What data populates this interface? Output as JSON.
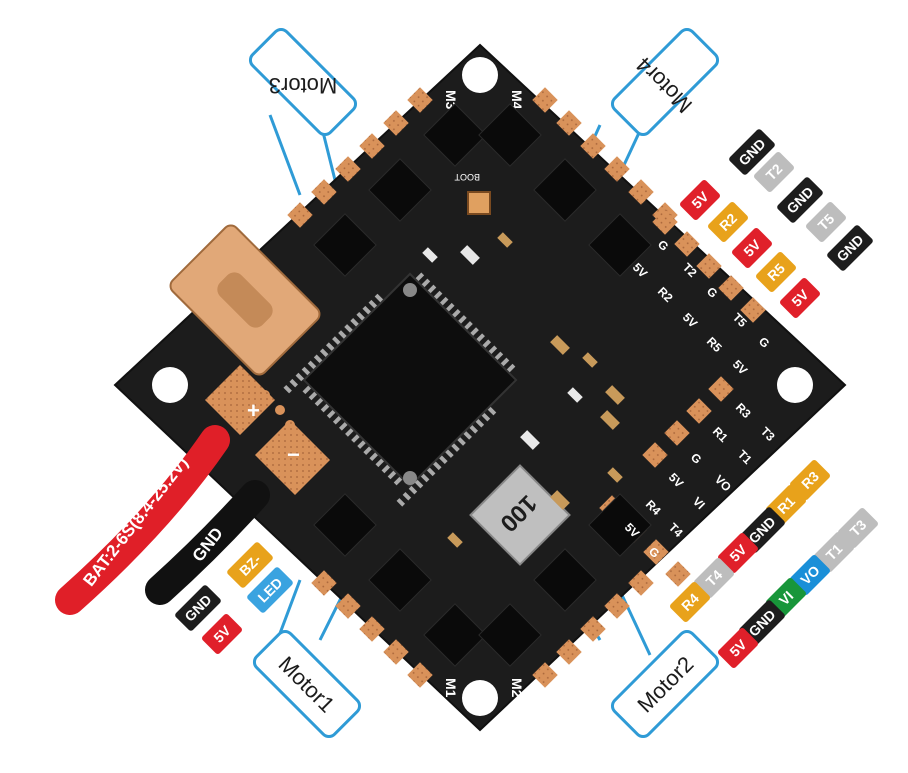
{
  "board": {
    "motor_labels": [
      "Motor3",
      "Motor4",
      "Motor1",
      "Motor2"
    ],
    "motor_pad_labels": [
      "M3",
      "M4",
      "M1",
      "M2"
    ],
    "boot_label": "BOOT",
    "inductor_label": "100",
    "plus_mark": "+",
    "minus_mark": "−",
    "pads_top_right": [
      "G",
      "5V",
      "T2",
      "R2",
      "G",
      "5V",
      "T5",
      "R5",
      "5V",
      "G"
    ],
    "pads_bottom_right": [
      "R3",
      "T3",
      "R1",
      "T1",
      "VO",
      "G",
      "VI",
      "5V",
      "T4",
      "R4",
      "G",
      "5V"
    ]
  },
  "wires": {
    "battery": "BAT:2-6S(8.4-25.2V)",
    "ground": "GND"
  },
  "tags_top_right": [
    {
      "text": "GND",
      "color": "#1d1d1d"
    },
    {
      "text": "T2",
      "color": "#bdbdbd"
    },
    {
      "text": "5V",
      "color": "#e0202a"
    },
    {
      "text": "GND",
      "color": "#1d1d1d"
    },
    {
      "text": "R2",
      "color": "#e8a21b"
    },
    {
      "text": "T5",
      "color": "#bdbdbd"
    },
    {
      "text": "5V",
      "color": "#e0202a"
    },
    {
      "text": "GND",
      "color": "#1d1d1d"
    },
    {
      "text": "R5",
      "color": "#e8a21b"
    },
    {
      "text": "5V",
      "color": "#e0202a"
    }
  ],
  "tags_bottom_right": [
    {
      "text": "R3",
      "color": "#e8a21b"
    },
    {
      "text": "T3",
      "color": "#bdbdbd"
    },
    {
      "text": "R1",
      "color": "#e8a21b"
    },
    {
      "text": "T1",
      "color": "#bdbdbd"
    },
    {
      "text": "GND",
      "color": "#1d1d1d"
    },
    {
      "text": "VO",
      "color": "#1a8fd8"
    },
    {
      "text": "5V",
      "color": "#e0202a"
    },
    {
      "text": "VI",
      "color": "#18963a"
    },
    {
      "text": "T4",
      "color": "#bdbdbd"
    },
    {
      "text": "GND",
      "color": "#1d1d1d"
    },
    {
      "text": "R4",
      "color": "#e8a21b"
    },
    {
      "text": "5V",
      "color": "#e0202a"
    }
  ],
  "tags_bottom_left": [
    {
      "text": "BZ-",
      "color": "#e8a21b"
    },
    {
      "text": "LED",
      "color": "#3aa3e0"
    },
    {
      "text": "GND",
      "color": "#1d1d1d"
    },
    {
      "text": "5V",
      "color": "#e0202a"
    }
  ],
  "colors": {
    "board": "#1c1c1c",
    "copper": "#d9925a",
    "motor_frame": "#2f9bd6",
    "battery_wire": "#e01f28",
    "usb": "#e1a878"
  }
}
